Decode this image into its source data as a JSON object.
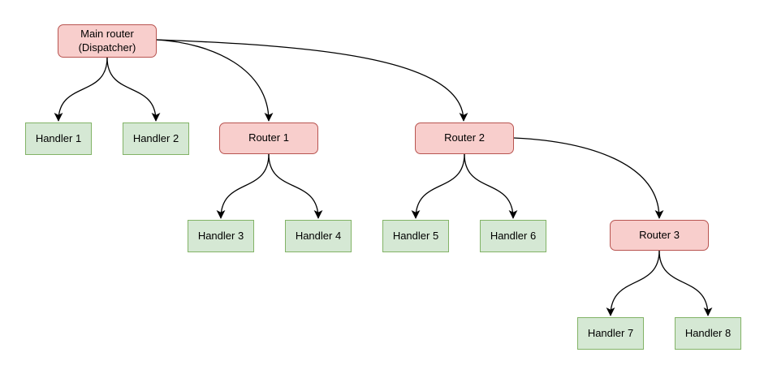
{
  "nodes": {
    "main_router": {
      "label": "Main router\n(Dispatcher)",
      "type": "router"
    },
    "handler_1": {
      "label": "Handler 1",
      "type": "handler"
    },
    "handler_2": {
      "label": "Handler 2",
      "type": "handler"
    },
    "router_1": {
      "label": "Router 1",
      "type": "router"
    },
    "router_2": {
      "label": "Router 2",
      "type": "router"
    },
    "handler_3": {
      "label": "Handler 3",
      "type": "handler"
    },
    "handler_4": {
      "label": "Handler 4",
      "type": "handler"
    },
    "handler_5": {
      "label": "Handler 5",
      "type": "handler"
    },
    "handler_6": {
      "label": "Handler 6",
      "type": "handler"
    },
    "router_3": {
      "label": "Router 3",
      "type": "router"
    },
    "handler_7": {
      "label": "Handler 7",
      "type": "handler"
    },
    "handler_8": {
      "label": "Handler 8",
      "type": "handler"
    }
  },
  "edges": [
    {
      "from": "main_router",
      "to": "handler_1"
    },
    {
      "from": "main_router",
      "to": "handler_2"
    },
    {
      "from": "main_router",
      "to": "router_1"
    },
    {
      "from": "main_router",
      "to": "router_2"
    },
    {
      "from": "router_1",
      "to": "handler_3"
    },
    {
      "from": "router_1",
      "to": "handler_4"
    },
    {
      "from": "router_2",
      "to": "handler_5"
    },
    {
      "from": "router_2",
      "to": "handler_6"
    },
    {
      "from": "router_2",
      "to": "router_3"
    },
    {
      "from": "router_3",
      "to": "handler_7"
    },
    {
      "from": "router_3",
      "to": "handler_8"
    }
  ],
  "colors": {
    "router_fill": "#F8CECC",
    "router_stroke": "#B85450",
    "handler_fill": "#D5E8D4",
    "handler_stroke": "#82B366",
    "edge": "#000000",
    "text": "#000000",
    "background": "#FFFFFF"
  }
}
